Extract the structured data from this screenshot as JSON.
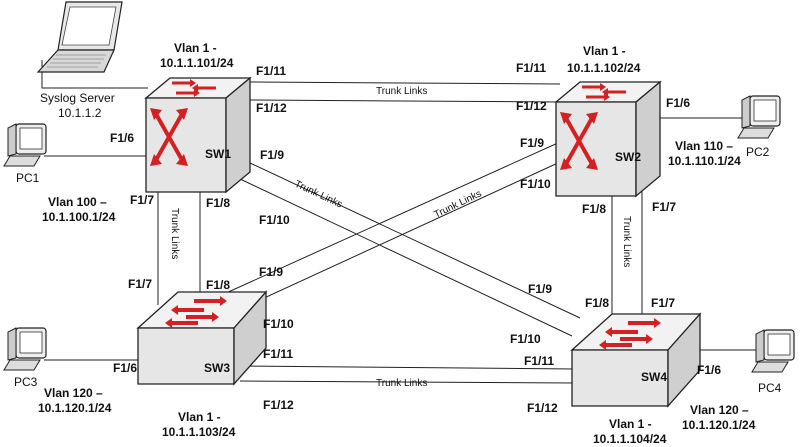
{
  "switches": {
    "sw1": {
      "name": "SW1",
      "vlan": "Vlan 1 -",
      "ip": "10.1.1.101/24"
    },
    "sw2": {
      "name": "SW2",
      "vlan": "Vlan 1 -",
      "ip": "10.1.1.102/24"
    },
    "sw3": {
      "name": "SW3",
      "vlan": "Vlan 1 -",
      "ip": "10.1.1.103/24"
    },
    "sw4": {
      "name": "SW4",
      "vlan": "Vlan 1 -",
      "ip": "10.1.1.104/24"
    }
  },
  "hosts": {
    "syslog": {
      "name": "Syslog Server",
      "ip": "10.1.1.2"
    },
    "pc1": {
      "name": "PC1",
      "vlan": "Vlan 100 –",
      "ip": "10.1.100.1/24"
    },
    "pc2": {
      "name": "PC2",
      "vlan": "Vlan 110 –",
      "ip": "10.1.110.1/24"
    },
    "pc3": {
      "name": "PC3",
      "vlan": "Vlan 120 –",
      "ip": "10.1.120.1/24"
    },
    "pc4": {
      "name": "PC4",
      "vlan": "Vlan 120 –",
      "ip": "10.1.120.1/24"
    }
  },
  "trunk_label": "Trunk Links",
  "ports": {
    "sw1_f111": "F1/11",
    "sw1_f112": "F1/12",
    "sw1_f16": "F1/6",
    "sw1_f19": "F1/9",
    "sw1_f17": "F1/7",
    "sw1_f18": "F1/8",
    "sw1_f110": "F1/10",
    "sw2_f111": "F1/11",
    "sw2_f112": "F1/12",
    "sw2_f16": "F1/6",
    "sw2_f19": "F1/9",
    "sw2_f110": "F1/10",
    "sw2_f18": "F1/8",
    "sw2_f17": "F1/7",
    "sw3_f19": "F1/9",
    "sw3_f17": "F1/7",
    "sw3_f18": "F1/8",
    "sw3_f110": "F1/10",
    "sw3_f16": "F1/6",
    "sw3_f111": "F1/11",
    "sw3_f112": "F1/12",
    "sw4_f19": "F1/9",
    "sw4_f18": "F1/8",
    "sw4_f17": "F1/7",
    "sw4_f110": "F1/10",
    "sw4_f111": "F1/11",
    "sw4_f16": "F1/6",
    "sw4_f112": "F1/12"
  }
}
